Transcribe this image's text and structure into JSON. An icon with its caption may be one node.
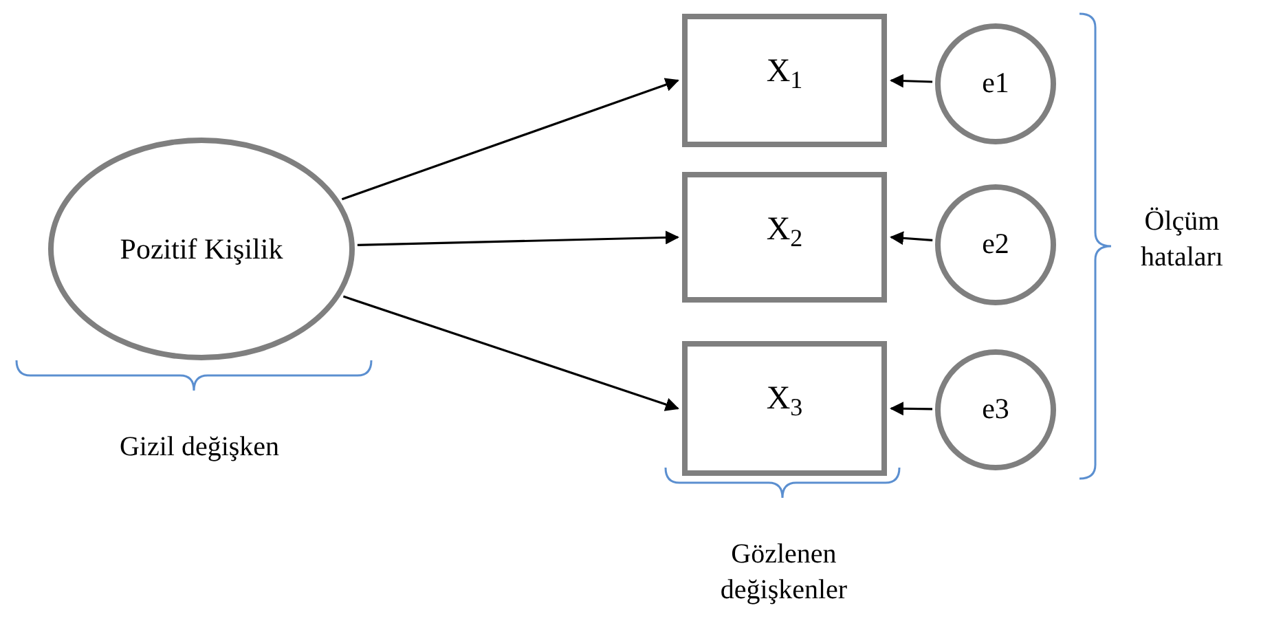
{
  "diagram": {
    "nodes": [
      {
        "text": [
          "Pozitif Kişilik"
        ]
      },
      {
        "text": [
          "X$_{1}$"
        ]
      },
      {
        "text": [
          "X$_{2}$"
        ]
      },
      {
        "text": [
          "X$_{3}$"
        ]
      },
      {
        "text": [
          "e1"
        ]
      },
      {
        "text": [
          "e2"
        ]
      },
      {
        "text": [
          "e3"
        ]
      }
    ],
    "edges": [
      {
        "from": 0,
        "to": 1,
        "arrow": "to"
      },
      {
        "from": 0,
        "to": 2,
        "arrow": "to"
      },
      {
        "from": 0,
        "to": 3,
        "arrow": "to"
      },
      {
        "from": 4,
        "to": 1,
        "arrow": "to"
      },
      {
        "from": 5,
        "to": 2,
        "arrow": "to"
      },
      {
        "from": 6,
        "to": 3,
        "arrow": "to"
      }
    ],
    "labels": [
      "Gizil değişken",
      "Gözlenen değişkenler",
      "Ölçüm hataları"
    ]
  }
}
